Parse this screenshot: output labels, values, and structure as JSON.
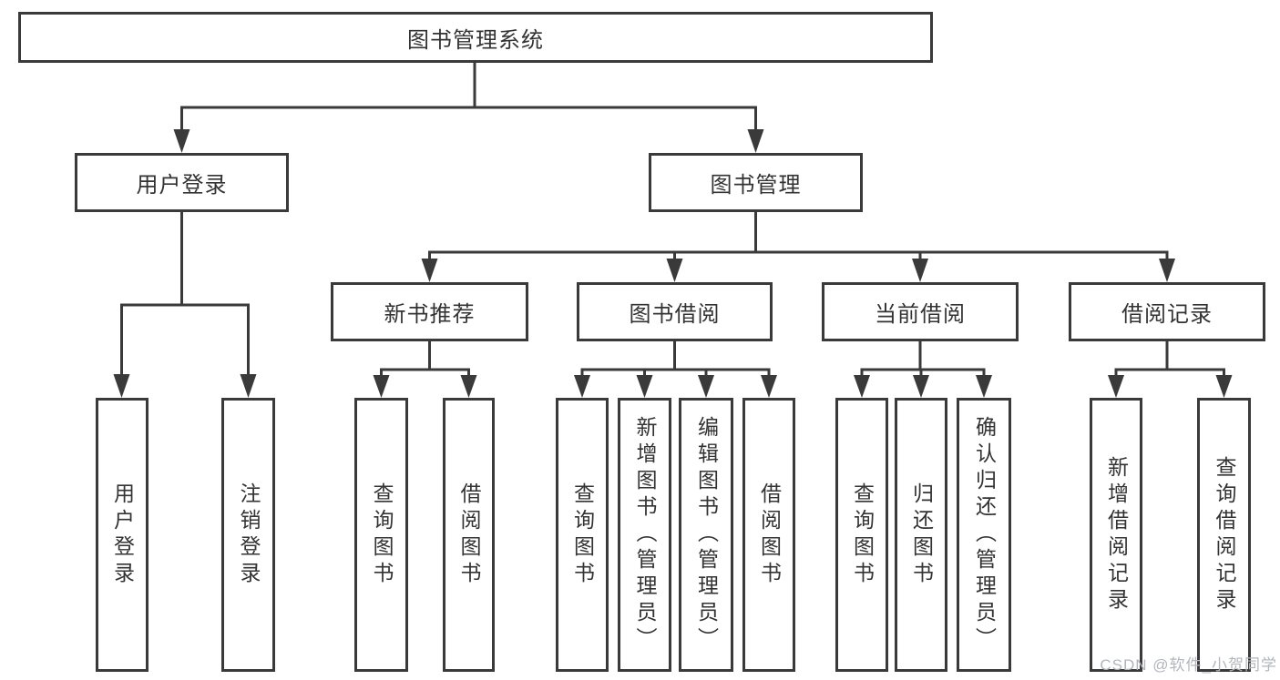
{
  "diagram": {
    "root": {
      "label": "图书管理系统"
    },
    "level2": [
      {
        "id": "user-login",
        "label": "用户登录"
      },
      {
        "id": "book-management",
        "label": "图书管理"
      }
    ],
    "level3": [
      {
        "id": "new-book-recommendation",
        "label": "新书推荐",
        "parent": "book-management"
      },
      {
        "id": "book-borrowing",
        "label": "图书借阅",
        "parent": "book-management"
      },
      {
        "id": "current-borrowing",
        "label": "当前借阅",
        "parent": "book-management"
      },
      {
        "id": "borrowing-records",
        "label": "借阅记录",
        "parent": "book-management"
      }
    ],
    "leaves": [
      {
        "label": "用户登录",
        "parent": "user-login"
      },
      {
        "label": "注销登录",
        "parent": "user-login"
      },
      {
        "label": "查询图书",
        "parent": "new-book-recommendation"
      },
      {
        "label": "借阅图书",
        "parent": "new-book-recommendation"
      },
      {
        "label": "查询图书",
        "parent": "book-borrowing"
      },
      {
        "label": "新增图书（管理员）",
        "parent": "book-borrowing"
      },
      {
        "label": "编辑图书（管理员）",
        "parent": "book-borrowing"
      },
      {
        "label": "借阅图书",
        "parent": "book-borrowing"
      },
      {
        "label": "查询图书",
        "parent": "current-borrowing"
      },
      {
        "label": "归还图书",
        "parent": "current-borrowing"
      },
      {
        "label": "确认归还（管理员）",
        "parent": "current-borrowing"
      },
      {
        "label": "新增借阅记录",
        "parent": "borrowing-records"
      },
      {
        "label": "查询借阅记录",
        "parent": "borrowing-records"
      }
    ],
    "watermark": "CSDN @软件_小贺同学",
    "colors": {
      "line": "#3a3a3a",
      "text": "#333333",
      "background": "#ffffff",
      "watermark": "#b2b6bc"
    }
  }
}
